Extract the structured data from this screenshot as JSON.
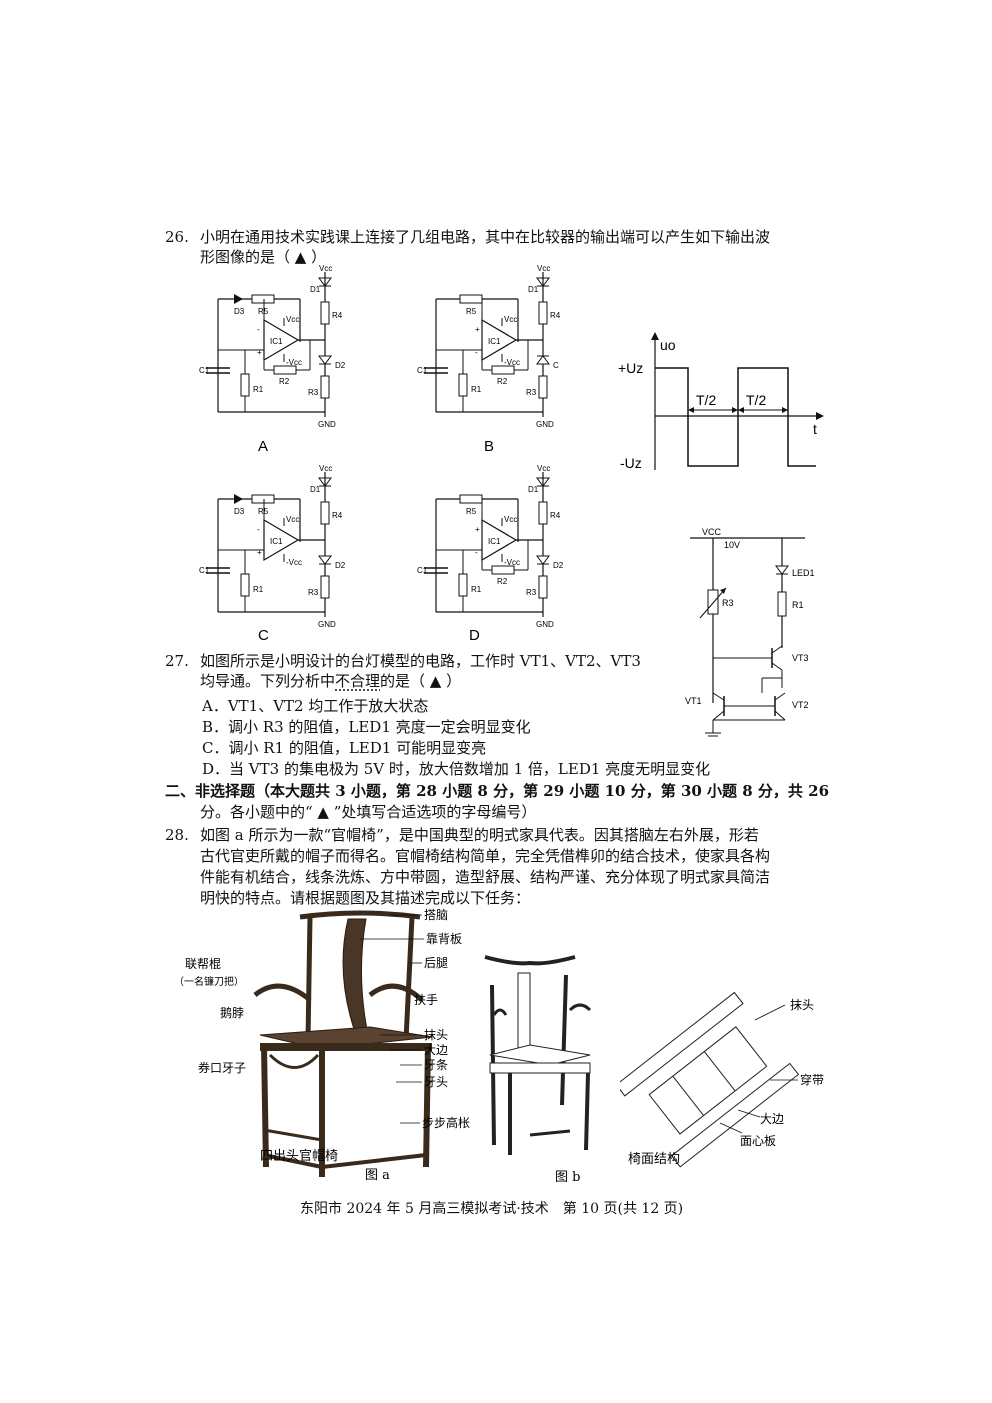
{
  "q26": {
    "num": "26.",
    "line1": "小明在通用技术实践课上连接了几组电路，其中在比较器的输出端可以产生如下输出波",
    "line2": "形图像的是（ ▲ ）",
    "circuit_labels": [
      "A",
      "B",
      "C",
      "D"
    ],
    "circuit_parts": {
      "vcc": "Vcc",
      "gnd": "GND",
      "d1": "D1",
      "d2": "D2",
      "d3": "D3",
      "r1": "R1",
      "r2": "R2",
      "r3": "R3",
      "r4": "R4",
      "r5": "R5",
      "c1": "C1",
      "ic1": "IC1",
      "pvcc": "Vcc",
      "nvcc": "-Vcc",
      "plus": "+",
      "minus": "-",
      "b_c": "C"
    },
    "waveform": {
      "uo": "uo",
      "plus_uz": "+Uz",
      "minus_uz": "-Uz",
      "t_half": "T/2",
      "t": "t"
    }
  },
  "q27": {
    "num": "27.",
    "line1": "如图所示是小明设计的台灯模型的电路，工作时 VT1、VT2、VT3",
    "line2_a": "均导通。下列分析中",
    "line2_em": "不合理",
    "line2_b": "的是（ ▲ ）",
    "options": [
      "A．VT1、VT2 均工作于放大状态",
      "B．调小 R3 的阻值，LED1 亮度一定会明显变化",
      "C．调小 R1 的阻值，LED1 可能明显变亮",
      "D．当 VT3 的集电极为 5V 时，放大倍数增加 1 倍，LED1 亮度无明显变化"
    ],
    "circuit": {
      "vcc": "VCC",
      "v10": "10V",
      "led1": "LED1",
      "r3": "R3",
      "r1": "R1",
      "vt3": "VT3",
      "vt1": "VT1",
      "vt2": "VT2"
    }
  },
  "section2": {
    "line1": "二、非选择题（本大题共 3 小题，第 28 小题 8 分，第 29 小题 10 分，第 30 小题 8 分，共 26",
    "line2": "分。各小题中的“ ▲ ”处填写合适选项的字母编号）"
  },
  "q28": {
    "num": "28.",
    "lines": [
      "如图 a 所示为一款“官帽椅”，是中国典型的明式家具代表。因其搭脑左右外展，形若",
      "古代官吏所戴的帽子而得名。官帽椅结构简单，完全凭借榫卯的结合技术，使家具各构",
      "件能有机结合，线条洗炼、方中带圆，造型舒展、结构严谨、充分体现了明式家具简洁",
      "明快的特点。请根据题图及其描述完成以下任务："
    ]
  },
  "figures": {
    "left_labels": [
      "联帮棍",
      "（一名镰刀把）",
      "鹅脖",
      "券口牙子"
    ],
    "right_labels": [
      "搭脑",
      "靠背板",
      "后腿",
      "扶手",
      "抹头",
      "大边",
      "牙条",
      "牙头",
      "步步高枨"
    ],
    "chair_name": "四出头官帽椅",
    "fig_a": "图 a",
    "fig_b": "图 b",
    "seat_title": "椅面结构",
    "seat_labels": [
      "抹头",
      "穿带",
      "大边",
      "面心板"
    ]
  },
  "footer": "东阳市 2024 年 5 月高三模拟考试·技术　第 10 页(共 12 页)"
}
